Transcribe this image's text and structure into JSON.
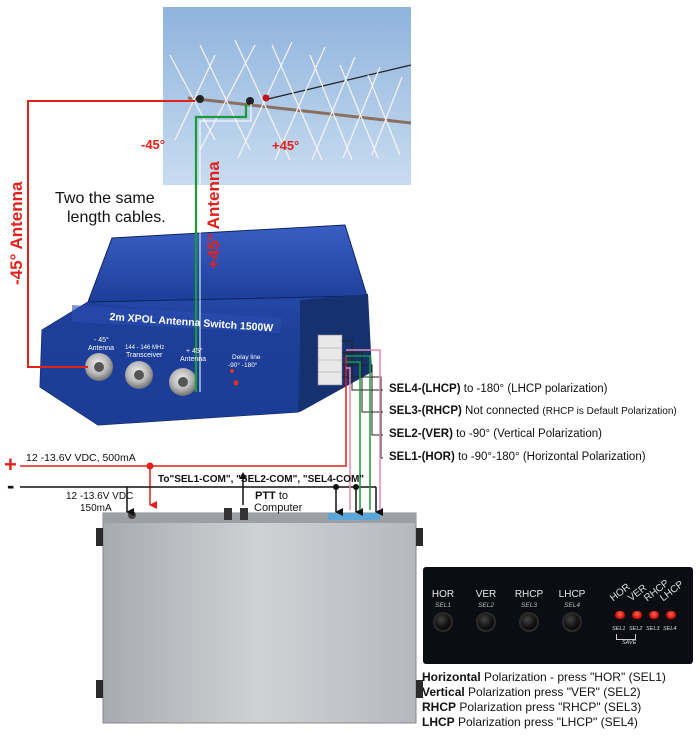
{
  "diagram": {
    "antenna_photo": {
      "angle_left": "-45°",
      "angle_right": "+45°"
    },
    "labels": {
      "minus45_antenna": "-45° Antenna",
      "plus45_antenna": "+45° Antenna",
      "cables_line1": "Two the same",
      "cables_line2": "length cables."
    },
    "switch_box": {
      "title": "2m XPOL Antenna Switch 1500W",
      "port1_line1": "- 45°",
      "port1_line2": "Antenna",
      "port2_line1": "144 - 146 MHz",
      "port2_line2": "Transceiver",
      "port3_line1": "+ 45°",
      "port3_line2": "Antenna",
      "delay_line1": "Delay line",
      "delay_line2": "-90°   -180°"
    },
    "wires": [
      {
        "bold": "SEL4-(LHCP)",
        "rest": " to -180° (LHCP polarization)"
      },
      {
        "bold": "SEL3-(RHCP)",
        "rest": " Not connected ",
        "small": "(RHCP is Default Polarization)"
      },
      {
        "bold": "SEL2-(VER)",
        "rest": " to -90° (Vertical Polarization)"
      },
      {
        "bold": "SEL1-(HOR)",
        "rest": " to -90°-180° (Horizontal Polarization)"
      }
    ],
    "power": {
      "plus": "+",
      "minus": "-",
      "supply": "12 -13.6V VDC, 500mA",
      "com": "To\"SEL1-COM\", \"SEL2-COM\", \"SEL4-COM\"",
      "ctrl_line1": "12 -13.6V VDC",
      "ctrl_line2": "150mA",
      "ptt_bold": "PTT",
      "ptt_rest": " to",
      "ptt_line2": "Computer"
    },
    "panel": {
      "buttons": [
        {
          "label": "HOR",
          "sub": "SEL1"
        },
        {
          "label": "VER",
          "sub": "SEL2"
        },
        {
          "label": "RHCP",
          "sub": "SEL3"
        },
        {
          "label": "LHCP",
          "sub": "SEL4"
        }
      ],
      "leds": [
        "HOR",
        "VER",
        "RHCP",
        "LHCP"
      ],
      "led_subs": [
        "SEL1",
        "SEL2",
        "SEL3",
        "SEL4"
      ],
      "save": "SAVE"
    },
    "descriptions": [
      {
        "bold": "Horizontal",
        "rest": " Polarization - press \"HOR\" (SEL1)"
      },
      {
        "bold": "Vertical",
        "rest": " Polarization press \"VER\" (SEL2)"
      },
      {
        "bold": "RHCP",
        "rest": " Polarization press \"RHCP\" (SEL3)"
      },
      {
        "bold": "LHCP",
        "rest": " Polarization press \"LHCP\" (SEL4)"
      }
    ],
    "colors": {
      "red": "#e3211b",
      "green": "#1a9a3a",
      "pink": "#e58ab0",
      "blue_box": "#1d3f9a",
      "sky": "#a9c6e6"
    }
  }
}
